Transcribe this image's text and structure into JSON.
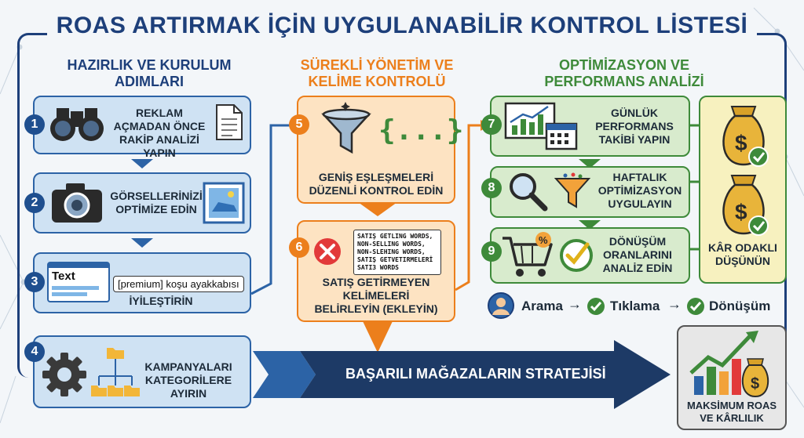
{
  "title": "ROAS ARTIRMAK İÇİN UYGULANABİLİR KONTROL LİSTESİ",
  "columns": {
    "setup": "HAZIRLIK VE KURULUM ADIMLARI",
    "management": "SÜREKLİ YÖNETİM VE KELİME KONTROLÜ",
    "optimization": "OPTİMİZASYON VE PERFORMANS ANALİZİ"
  },
  "steps": [
    {
      "num": "1",
      "text": "REKLAM AÇMADAN ÖNCE RAKİP ANALİZİ YAPIN"
    },
    {
      "num": "2",
      "text": "GÖRSELLERİNİZİ OPTİMİZE EDİN"
    },
    {
      "num": "3",
      "text": "İYİLEŞTİRİN",
      "mock_text": "Text",
      "pill": "[premium] koşu ayakkabısı"
    },
    {
      "num": "4",
      "text": "KAMPANYALARI KATEGORİLERE AYIRIN"
    },
    {
      "num": "5",
      "text": "GENİŞ EŞLEŞMELERİ DÜZENLİ KONTROL EDİN",
      "braces": "{...}"
    },
    {
      "num": "6",
      "text": "SATIŞ GETİRMEYEN KELİMELERİ BELİRLEYİN (EKLEYİN)",
      "words": [
        "SATIŞ GETLING WORDS,",
        "NON-SELLING WORDS,",
        "NON-SLEHING WORDS,",
        "SATIŞ GETVETIRMELERİ",
        "SATI3 WORDS"
      ]
    },
    {
      "num": "7",
      "text": "GÜNLÜK PERFORMANS TAKİBİ YAPIN"
    },
    {
      "num": "8",
      "text": "HAFTALIK OPTİMİZASYON UYGULAYIN"
    },
    {
      "num": "9",
      "text": "DÖNÜŞÜM ORANLARINI ANALİZ EDİN"
    }
  ],
  "profit": {
    "text": "KÂR ODAKLI DÜŞÜNÜN"
  },
  "flow": {
    "search": "Arama",
    "click": "Tıklama",
    "conversion": "Dönüşüm"
  },
  "strategy": "BAŞARILI MAĞAZALARIN STRATEJİSİ",
  "result": "MAKSİMUM ROAS VE KÂRLILIK",
  "colors": {
    "navy": "#1d3f7a",
    "orange": "#ec7f1c",
    "green": "#3e8a3a",
    "blue_fill": "#cfe2f3",
    "orange_fill": "#fde3c2",
    "green_fill": "#d8ebcd"
  }
}
